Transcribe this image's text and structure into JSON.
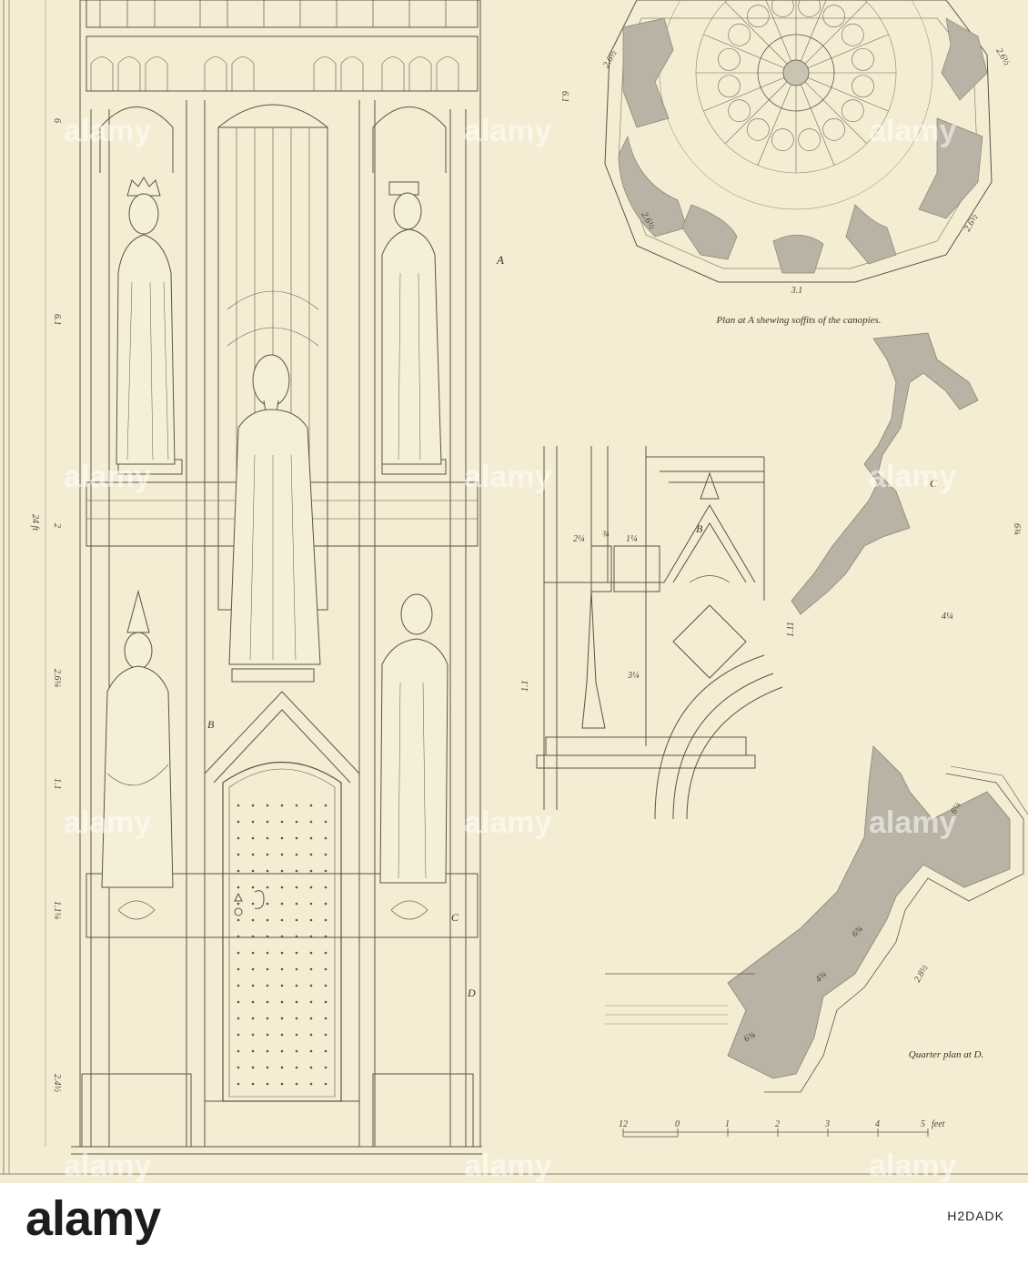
{
  "captions": {
    "plan_a": "Plan at A shewing soffits of the canopies.",
    "quarter_plan": "Quarter plan at D."
  },
  "labels": {
    "A": "A",
    "B_left": "B",
    "B_detail": "B",
    "C_left": "C",
    "C_right": "C",
    "D": "D"
  },
  "dimensions": {
    "left": [
      "6",
      "6.1",
      "2",
      "24 ft",
      "2.6¼",
      "1.1",
      "1.1¼",
      "2.4½"
    ],
    "plan": [
      "6.1",
      "2.6½",
      "2.6½",
      "2.6½",
      "2.6½",
      "3.1"
    ],
    "detail": [
      "2¼",
      "¾",
      "1¼",
      "1.1",
      "3¼",
      "1.11",
      "4¼",
      "6¾"
    ],
    "quarter": [
      "6¼",
      "6¾",
      "4¾",
      "2.8½",
      "6¾"
    ]
  },
  "scale": {
    "ticks": [
      "12",
      "0",
      "1",
      "2",
      "3",
      "4",
      "5"
    ],
    "unit": "feet"
  },
  "watermark": {
    "brand": "alamy",
    "image_id": "H2DADK",
    "tile": "alamy"
  },
  "colors": {
    "paper": "#f4edd3",
    "ink": "#3a3528",
    "shade": "#b8b3a4"
  }
}
